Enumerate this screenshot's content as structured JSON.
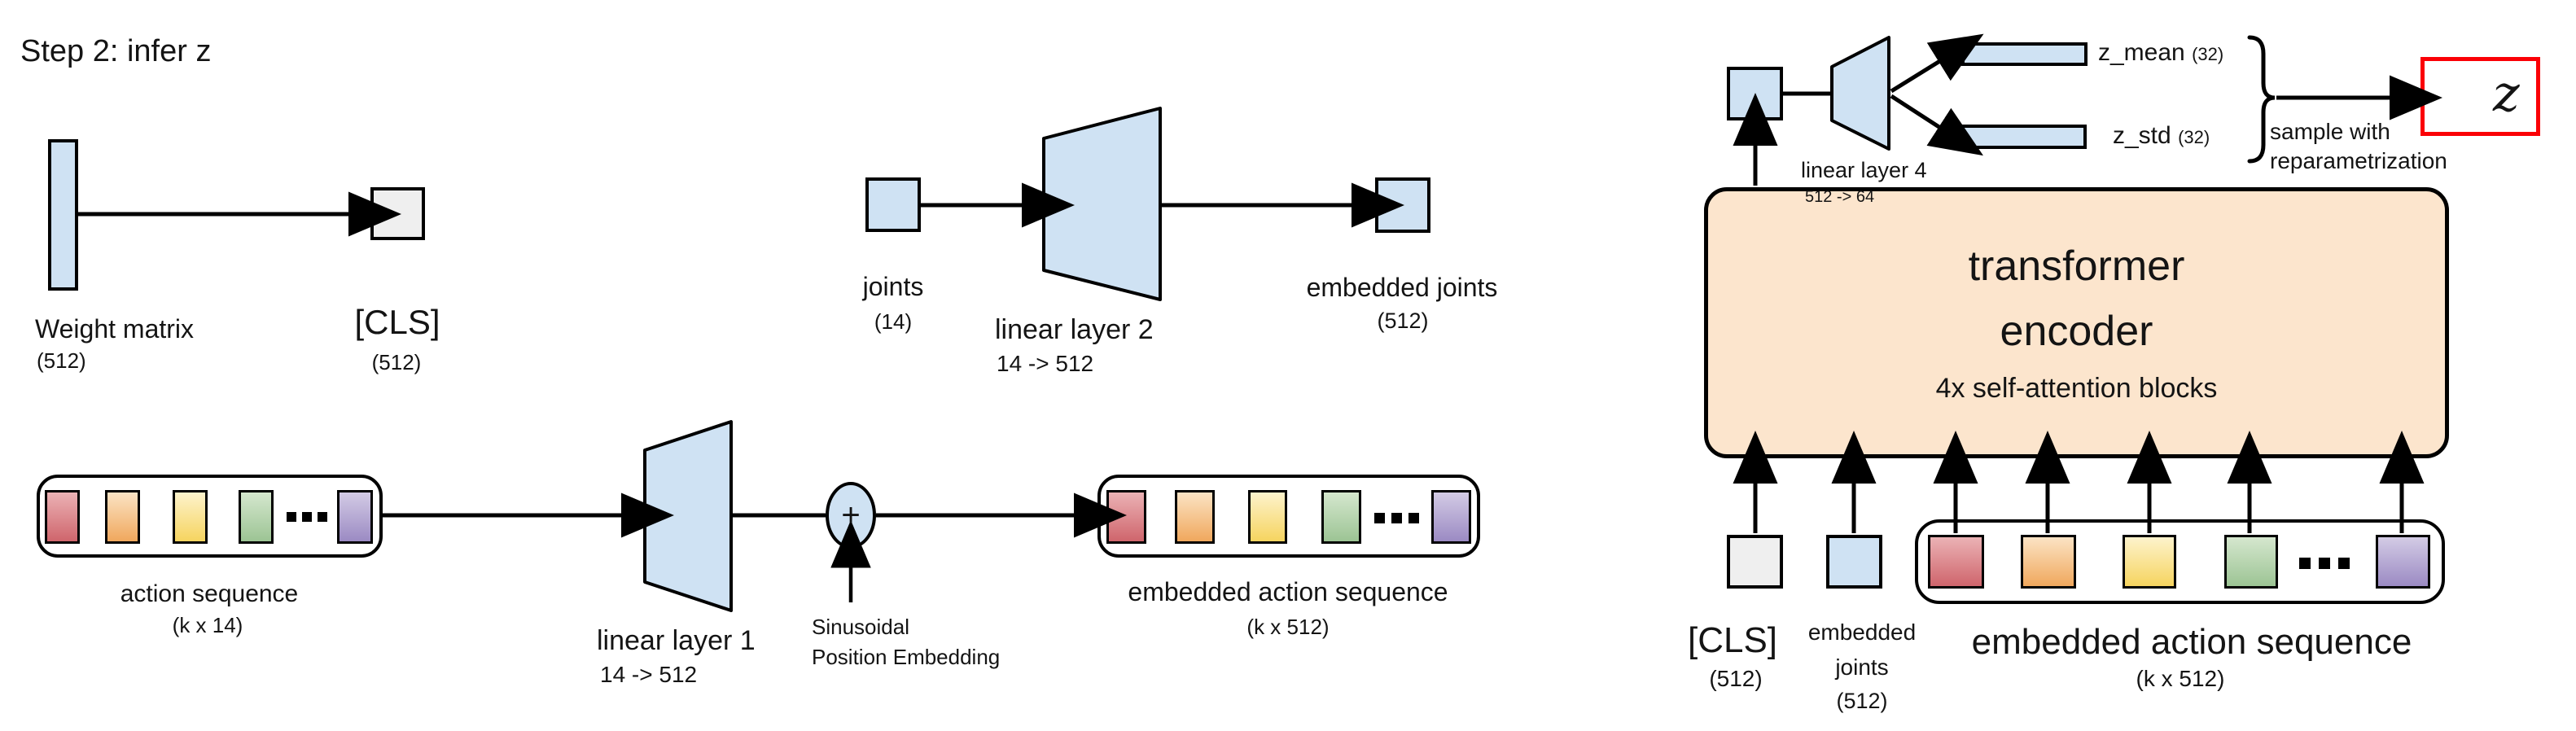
{
  "title": "Step 2: infer z",
  "colors": {
    "box_blue": "#CFE2F3",
    "box_gray": "#EFEFEF",
    "encoder_fill": "#FCE5CD",
    "highlight_red": "#FB0006",
    "token_red_top": "#EBB2B5",
    "token_red_bottom": "#CF656C",
    "token_orange_top": "#FBE3C4",
    "token_orange_bottom": "#F0A85D",
    "token_yellow_top": "#FDF3CC",
    "token_yellow_bottom": "#F6D45F",
    "token_green_top": "#D5E7CE",
    "token_green_bottom": "#9CC494",
    "token_purple_top": "#D3CBE5",
    "token_purple_bottom": "#9B8AC3"
  },
  "icons": {
    "plus": "+",
    "ellipsis": "..."
  },
  "left": {
    "weight_matrix_label": "Weight matrix",
    "weight_matrix_dim": "(512)",
    "cls_label": "[CLS]",
    "cls_dim": "(512)"
  },
  "joints_branch": {
    "joints_label": "joints",
    "joints_dim": "(14)",
    "linear_layer_label": "linear layer 2",
    "linear_layer_dims": "14 -> 512",
    "output_label": "embedded joints",
    "output_dim": "(512)"
  },
  "action_branch": {
    "input_label": "action sequence",
    "input_dim": "(k x 14)",
    "linear_layer_label": "linear layer 1",
    "linear_layer_dims": "14 -> 512",
    "plus_label": "+",
    "pos_embed_line1": "Sinusoidal",
    "pos_embed_line2": "Position Embedding",
    "output_label": "embedded action sequence",
    "output_dim": "(k x 512)"
  },
  "encoder": {
    "title_line1": "transformer",
    "title_line2": "encoder",
    "subtitle": "4x self-attention blocks",
    "linear_layer_label": "linear layer 4",
    "linear_layer_dims": "512 -> 64",
    "z_mean_label": "z_mean",
    "z_mean_dim": "(32)",
    "z_std_label": "z_std",
    "z_std_dim": "(32)",
    "sample_line1": "sample with",
    "sample_line2": "reparametrization",
    "z_label": "z",
    "inputs": {
      "cls_label": "[CLS]",
      "cls_dim": "(512)",
      "joints_line1": "embedded",
      "joints_line2": "joints",
      "joints_dim": "(512)",
      "action_label": "embedded action sequence",
      "action_dim": "(k x 512)"
    }
  }
}
